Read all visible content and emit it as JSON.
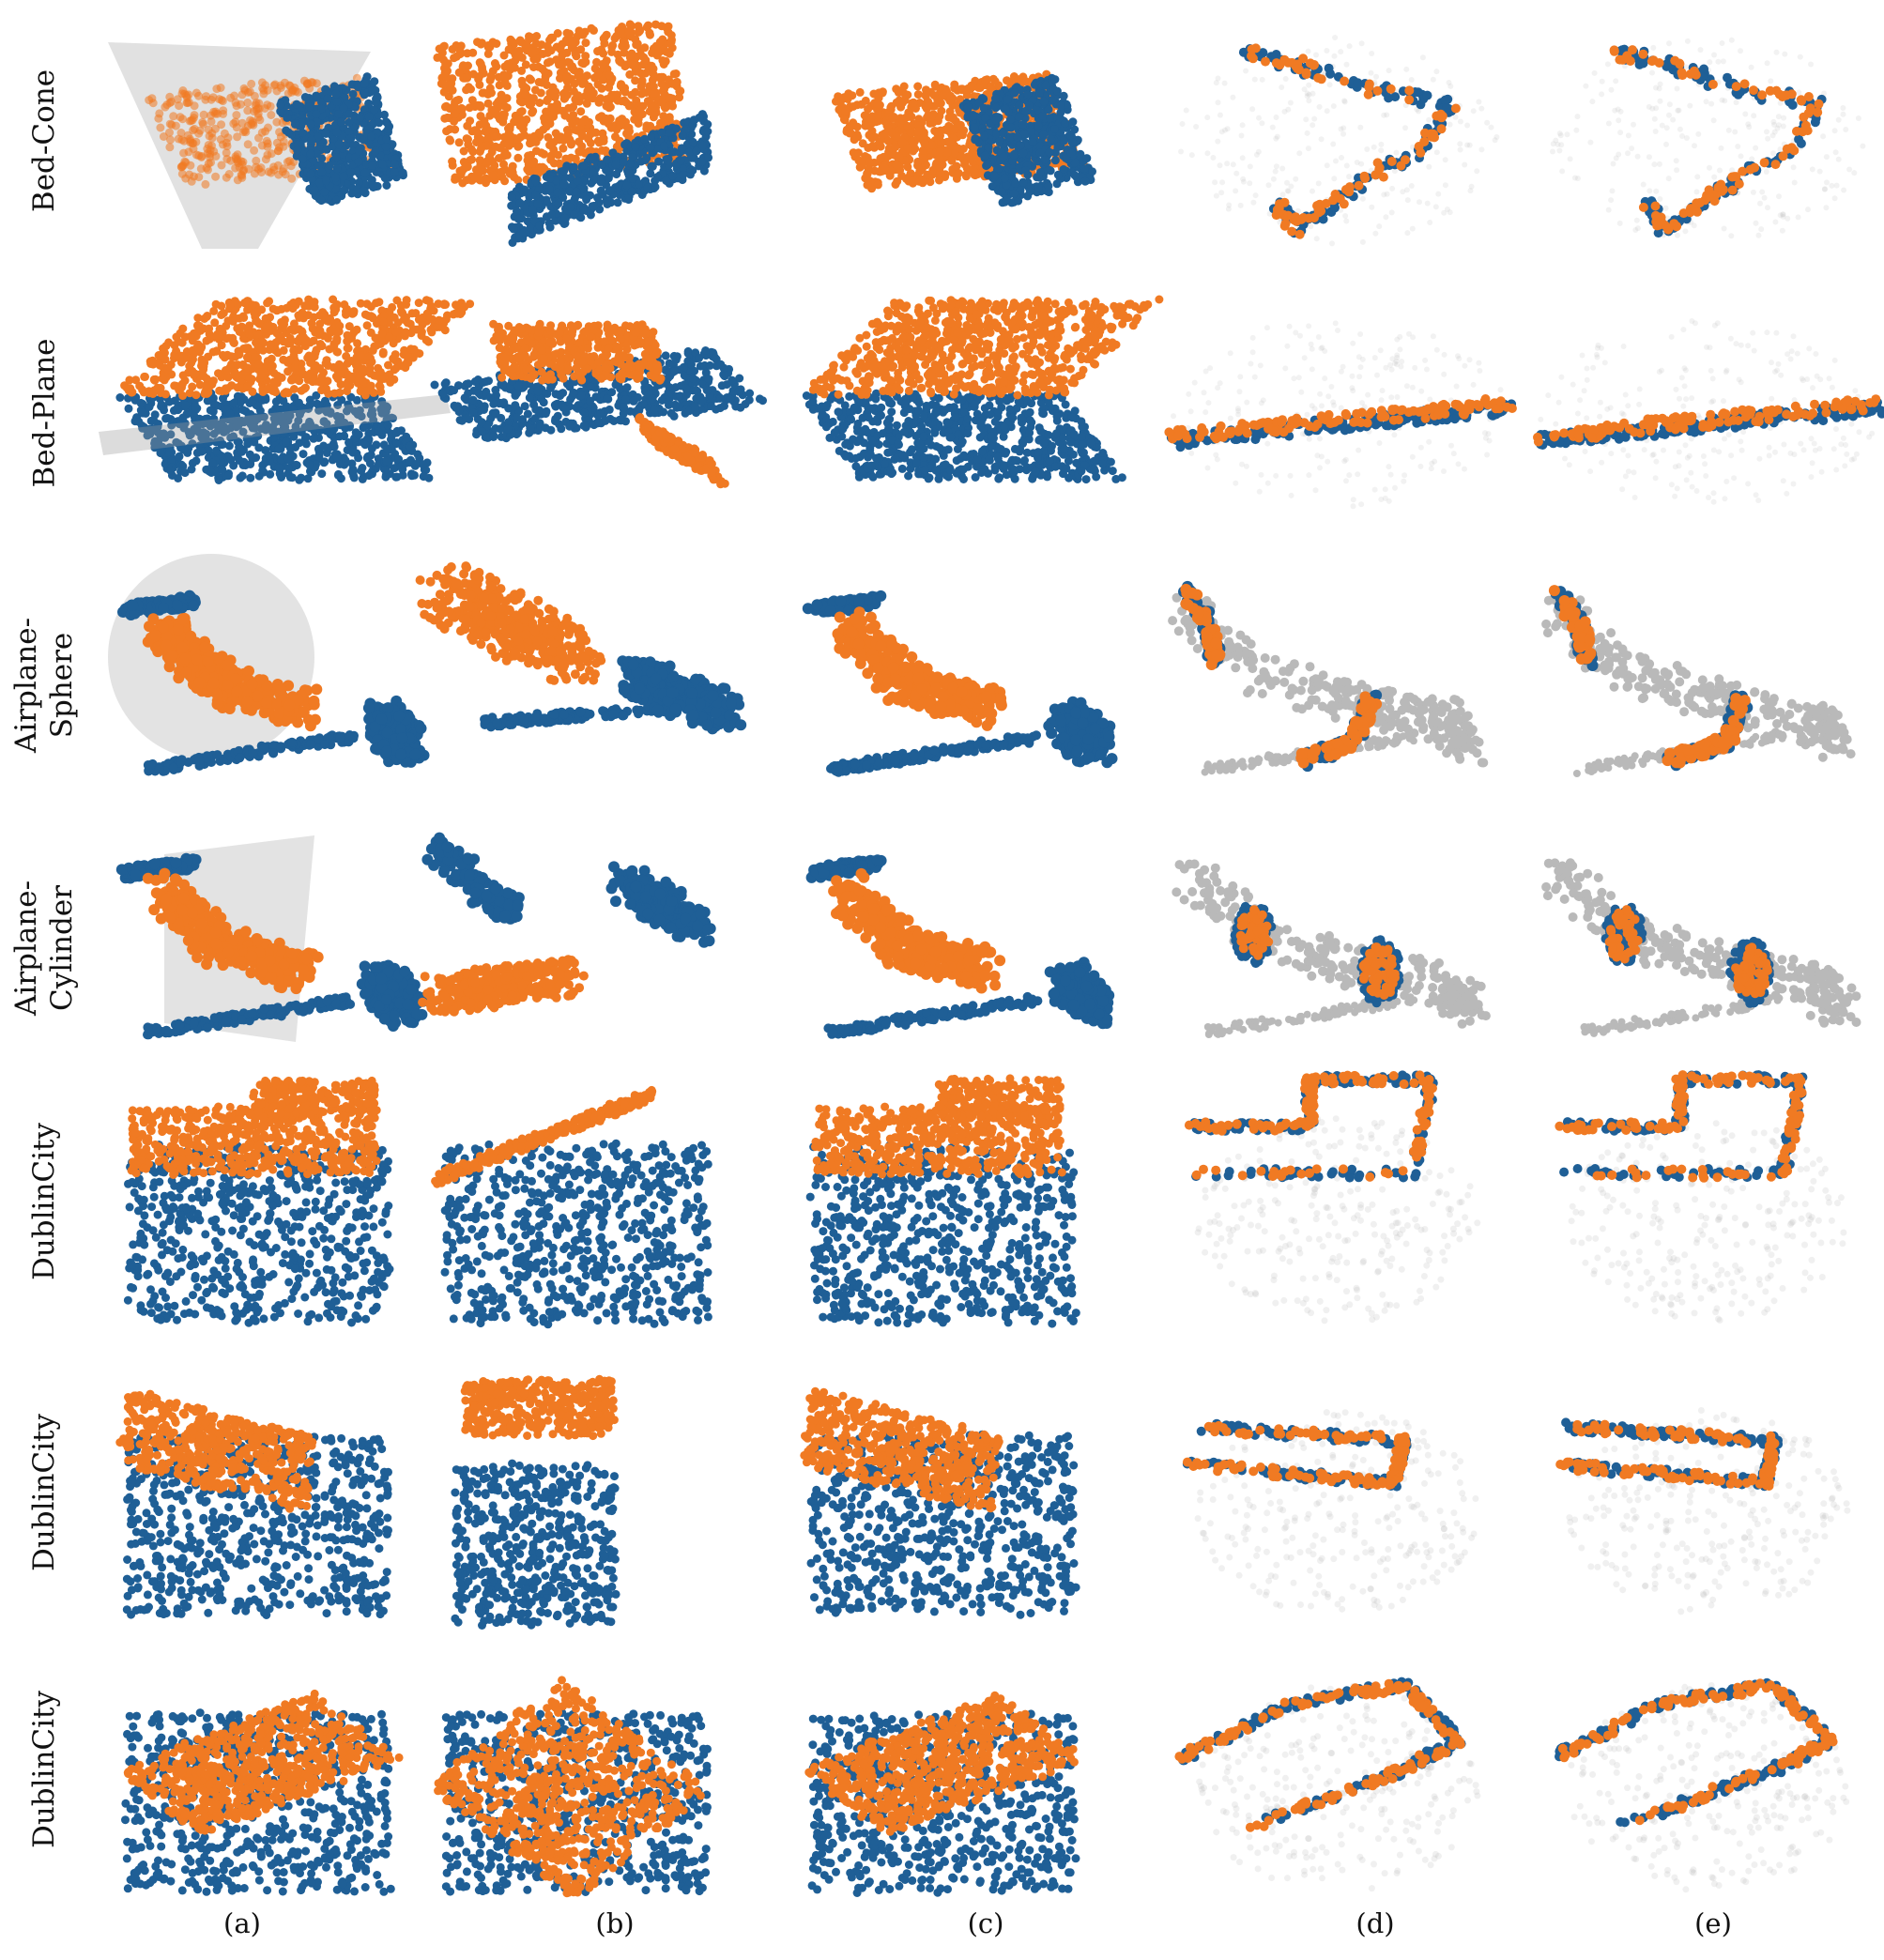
{
  "figure": {
    "colors": {
      "source": "#1f5f96",
      "target": "#f07a23",
      "ghost": "#b9b9b9",
      "primitive": "#9a9a9a"
    },
    "rows": [
      {
        "lines": [
          "Bed-Cone"
        ]
      },
      {
        "lines": [
          "Bed-Plane"
        ]
      },
      {
        "lines": [
          "Airplane-",
          "Sphere"
        ]
      },
      {
        "lines": [
          "Airplane-",
          "Cylinder"
        ]
      },
      {
        "lines": [
          "DublinCity"
        ]
      },
      {
        "lines": [
          "DublinCity"
        ]
      },
      {
        "lines": [
          "DublinCity"
        ]
      }
    ],
    "columns": [
      "(a)",
      "(b)",
      "(c)",
      "(d)",
      "(e)"
    ]
  }
}
